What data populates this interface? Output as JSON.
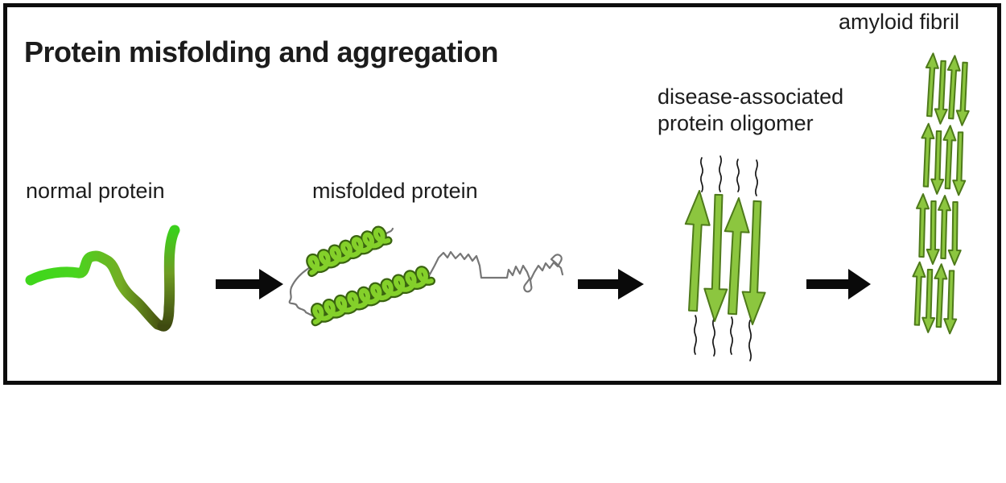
{
  "title": "Protein misfolding and aggregation",
  "stages": [
    {
      "id": "normal-protein",
      "label": "normal protein"
    },
    {
      "id": "misfolded-protein",
      "label": "misfolded protein"
    },
    {
      "id": "protein-oligomer",
      "label_line1": "disease-associated",
      "label_line2": "protein oligomer"
    },
    {
      "id": "amyloid-fibril",
      "label": "amyloid fibril"
    }
  ],
  "icons": {
    "process_arrow": {
      "name": "arrow-right-icon",
      "glyph": "➞",
      "count": 3
    }
  },
  "colors": {
    "text": "#1c1c1c",
    "border": "#0d0d0d",
    "arrow_black": "#0a0a0a",
    "bright_green": "#43d41d",
    "olive_dark": "#41490f",
    "mid_green": "#74ad24",
    "helix_green": "#84d02a",
    "helix_shadow": "#3a6410",
    "strand_fill": "#8cc63f",
    "strand_edge": "#4e7a1a",
    "chain_gray": "#767676",
    "wavy_black": "#151515"
  }
}
